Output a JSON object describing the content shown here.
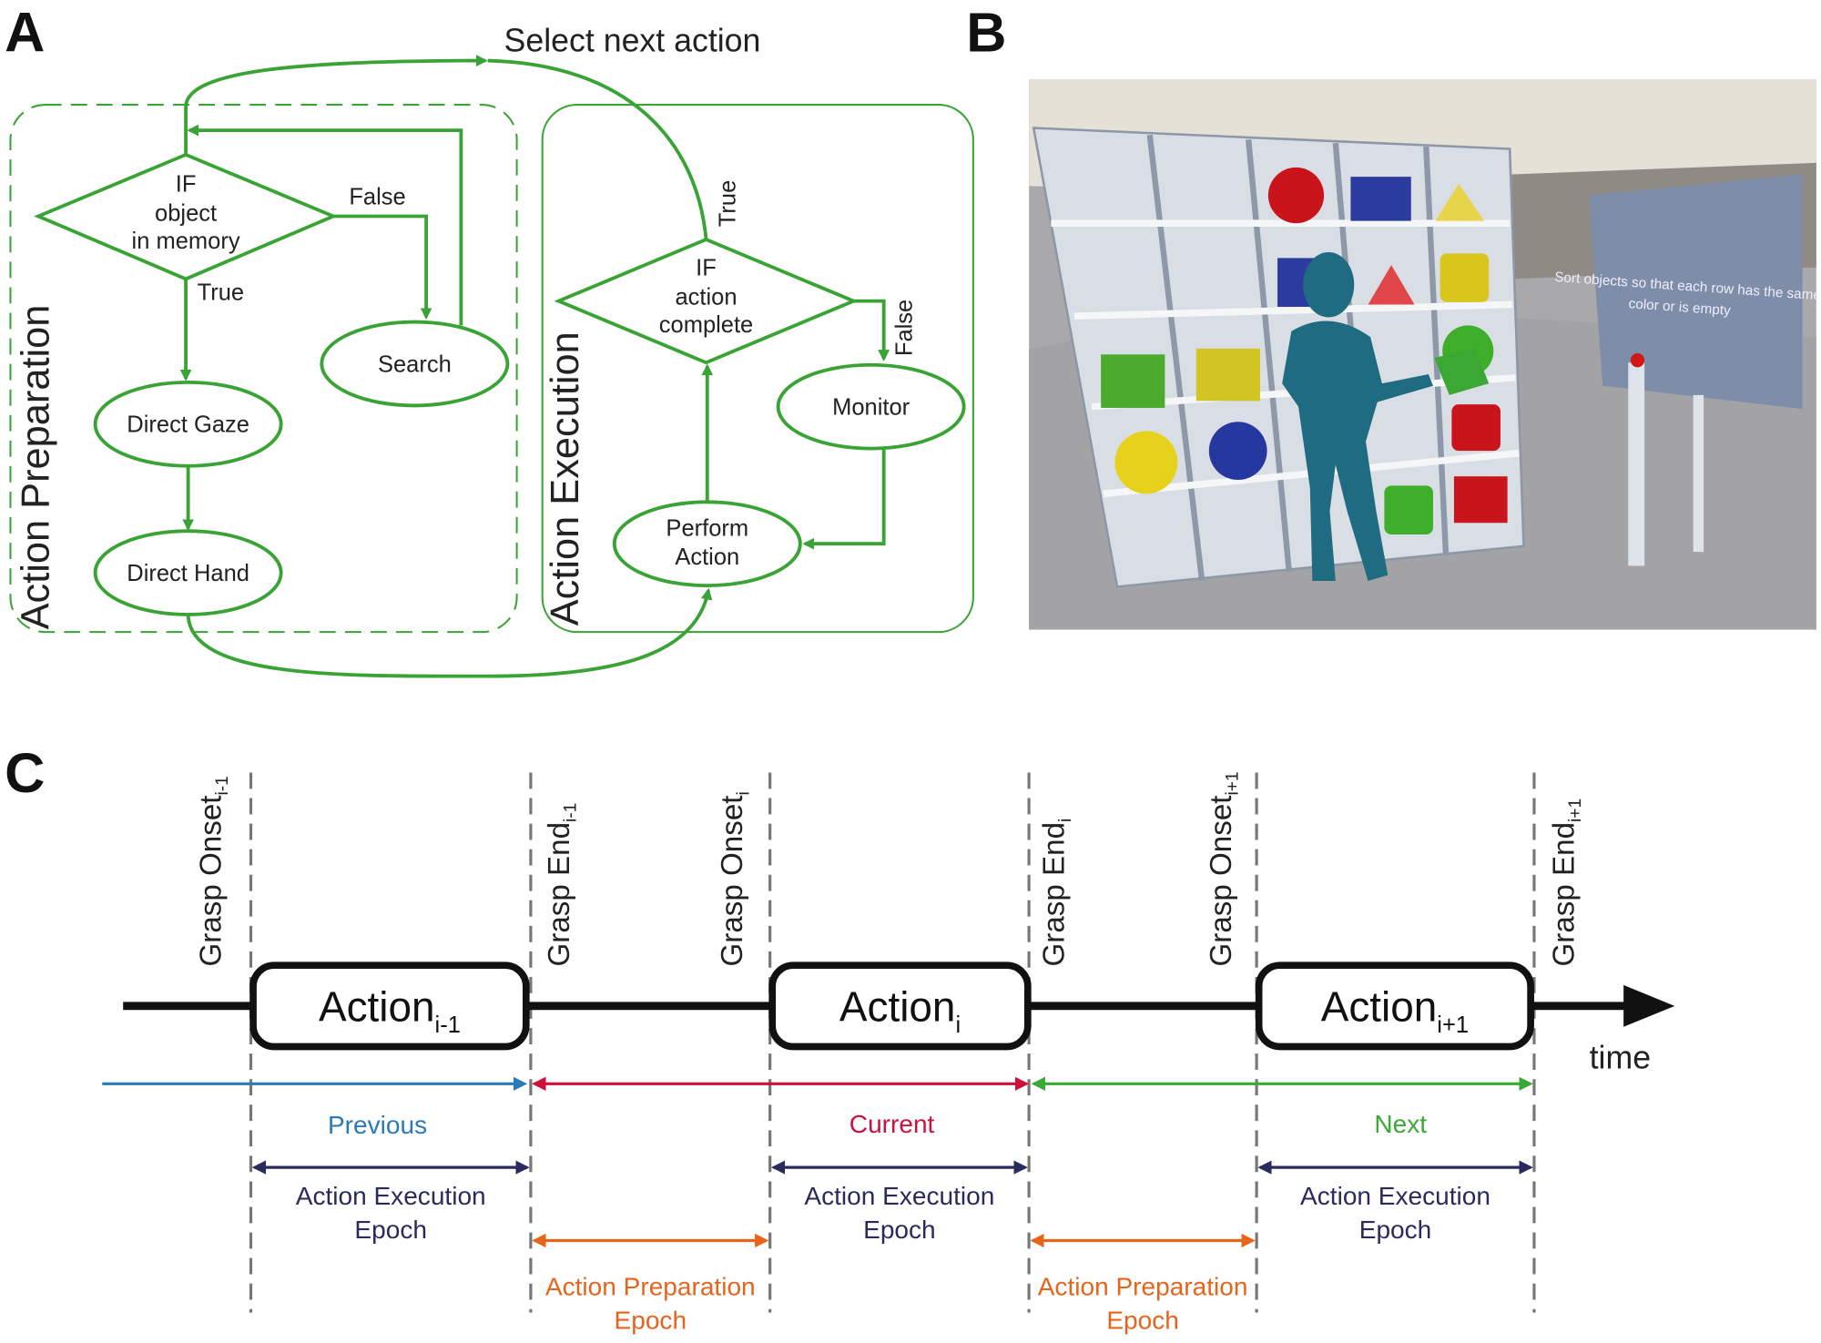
{
  "panels": {
    "a": {
      "label": "A",
      "select_next": "Select next action",
      "prep_title": "Action Preparation",
      "exec_title": "Action Execution",
      "d1": [
        "IF",
        "object",
        "in memory"
      ],
      "d1_false": "False",
      "d1_true": "True",
      "search": "Search",
      "gaze": "Direct Gaze",
      "hand": "Direct Hand",
      "d2": [
        "IF",
        "action",
        "complete"
      ],
      "d2_true": "True",
      "d2_false": "False",
      "monitor": "Monitor",
      "perform": [
        "Perform",
        "Action"
      ],
      "color": "#3aa335"
    },
    "b": {
      "label": "B",
      "sign": [
        "Sort objects so that each row has the same",
        "color  or is empty"
      ]
    },
    "c": {
      "label": "C",
      "markers": [
        {
          "name": "Grasp Onset",
          "sub": "i-1"
        },
        {
          "name": "Grasp End",
          "sub": "i-1"
        },
        {
          "name": "Grasp Onset",
          "sub": "i"
        },
        {
          "name": "Grasp End",
          "sub": "i"
        },
        {
          "name": "Grasp Onset",
          "sub": "i+1"
        },
        {
          "name": "Grasp End",
          "sub": "i+1"
        }
      ],
      "actions": [
        {
          "name": "Action",
          "sub": "i-1"
        },
        {
          "name": "Action",
          "sub": "i"
        },
        {
          "name": "Action",
          "sub": "i+1"
        }
      ],
      "time": "time",
      "ranges": [
        {
          "label": "Previous",
          "color": "#2a7ab8"
        },
        {
          "label": "Current",
          "color": "#d0103a"
        },
        {
          "label": "Next",
          "color": "#3aaa35"
        }
      ],
      "exec_epoch": [
        "Action Execution",
        "Epoch"
      ],
      "prep_epoch": [
        "Action Preparation",
        "Epoch"
      ],
      "exec_color": "#2a2a5e",
      "prep_color": "#e8641c"
    }
  }
}
